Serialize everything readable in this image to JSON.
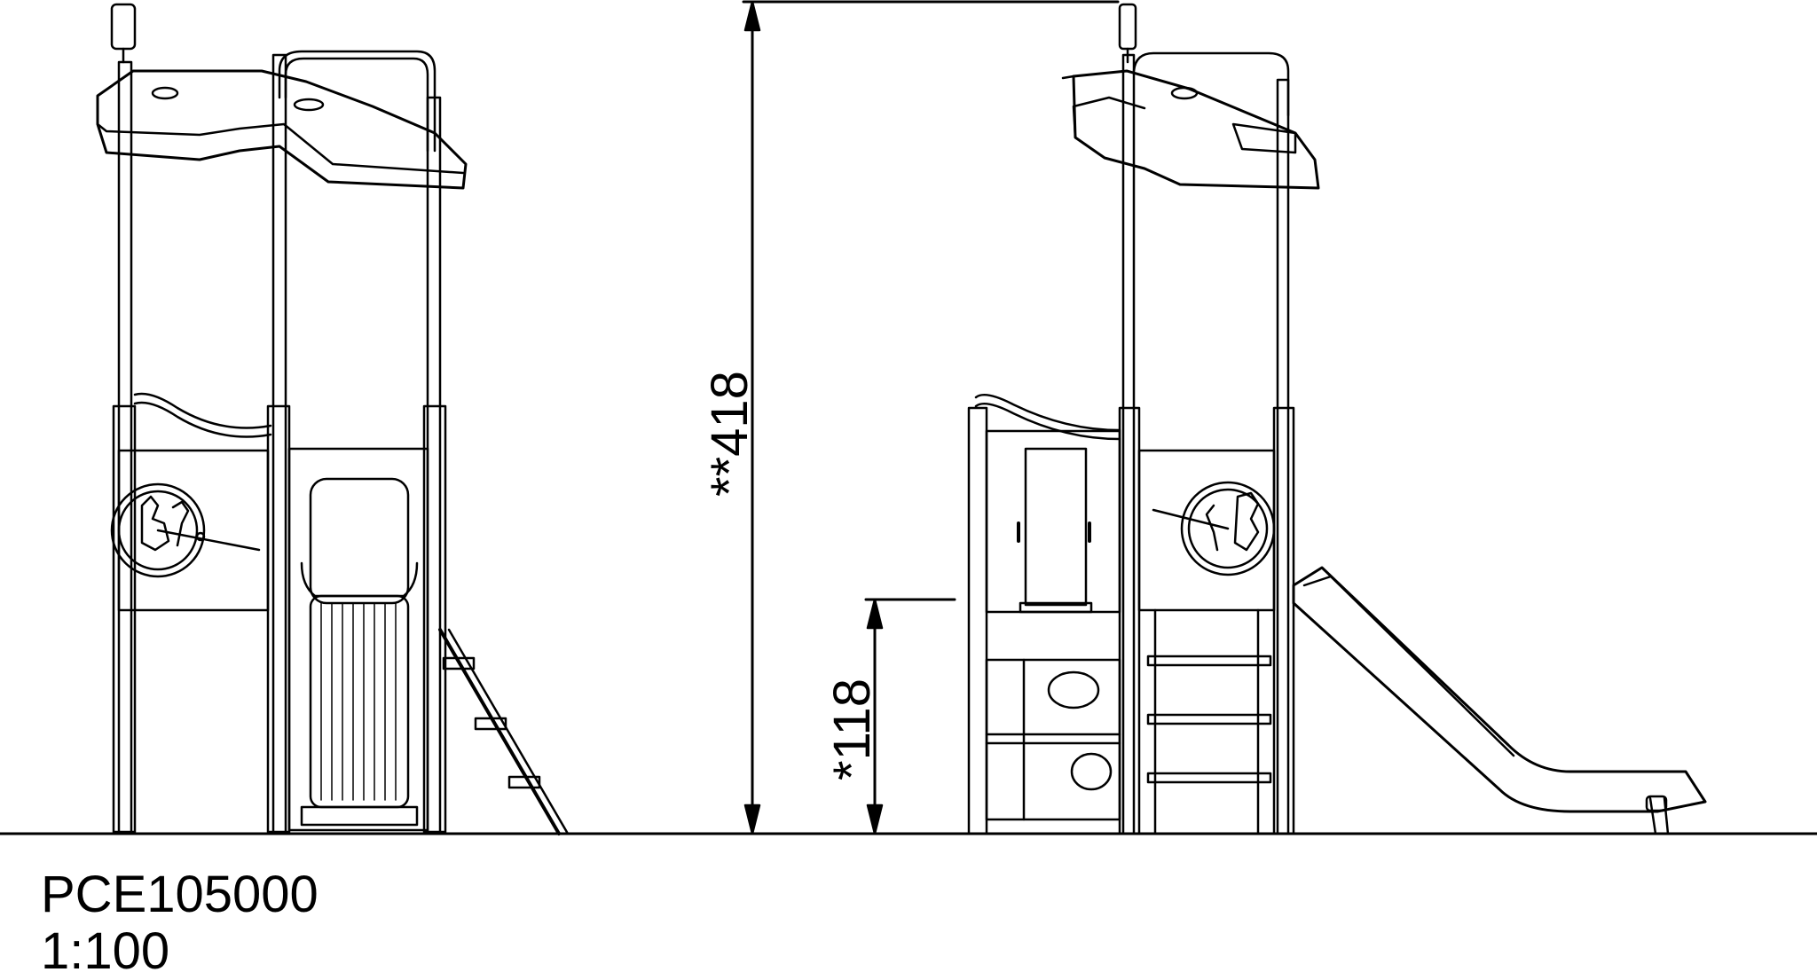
{
  "drawing": {
    "model_code": "PCE105000",
    "scale": "1:100",
    "dimensions": {
      "total_height": "**418",
      "platform_height": "*118"
    }
  },
  "colors": {
    "line": "#000000",
    "background": "#ffffff"
  }
}
